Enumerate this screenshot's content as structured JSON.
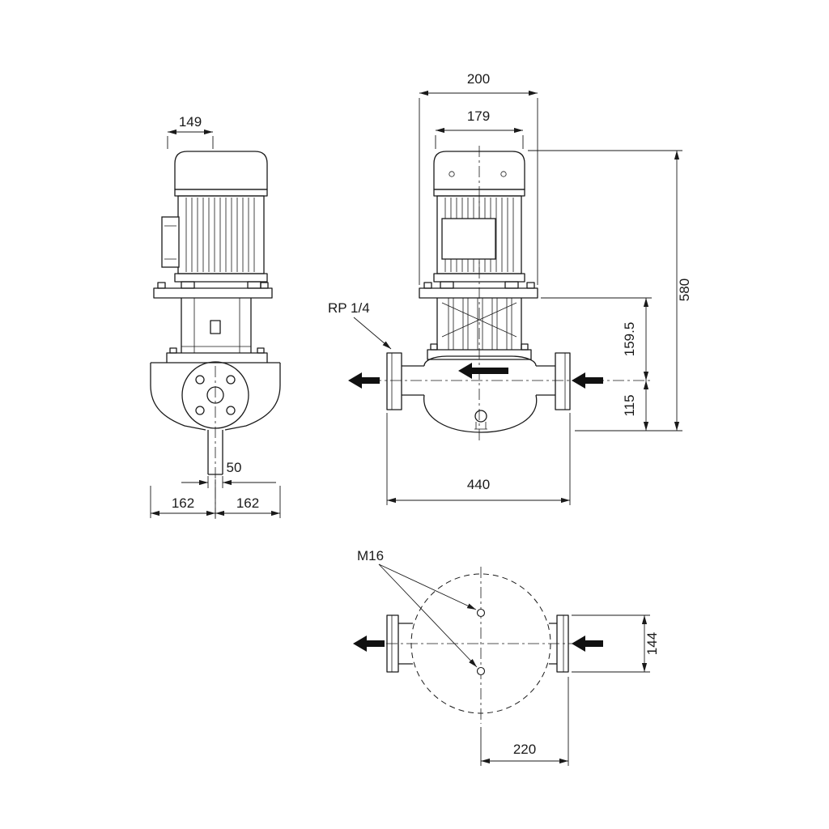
{
  "colors": {
    "background": "#ffffff",
    "ink": "#1a1a1a"
  },
  "front_view": {
    "dim_width_top": "149",
    "dim_port_diameter": "50",
    "dim_base_left": "162",
    "dim_base_right": "162"
  },
  "side_view": {
    "dim_baseplate_width": "200",
    "dim_motor_width": "179",
    "port_label": "RP 1/4",
    "dim_total_height": "580",
    "dim_head_height": "159.5",
    "dim_port_center_height": "115",
    "dim_port_to_port": "440"
  },
  "top_view": {
    "thread_label": "M16",
    "dim_flange_width": "144",
    "dim_center_to_flange": "220"
  }
}
